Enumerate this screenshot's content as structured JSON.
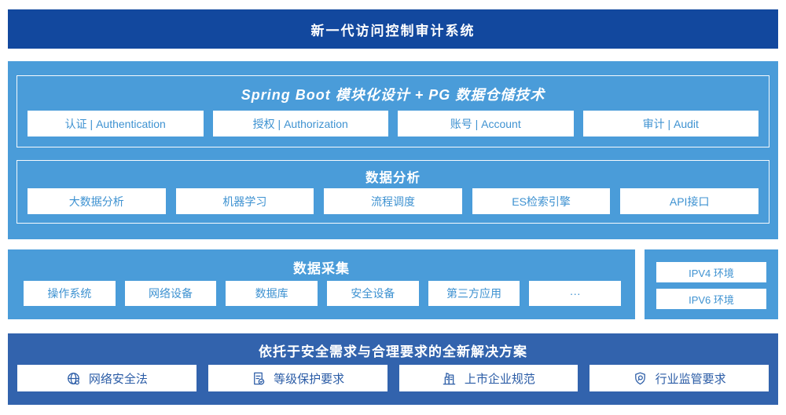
{
  "colors": {
    "dark_blue": "#12489E",
    "light_blue": "#4A9CD9",
    "medium_blue": "#3263AD",
    "box_text": "#3E92D1",
    "solution_text": "#2B5CA6"
  },
  "banner": {
    "title": "新一代访问控制审计系统"
  },
  "platform": {
    "spring": {
      "title": "Spring Boot 模块化设计 + PG 数据仓储技术",
      "items": [
        "认证 | Authentication",
        "授权 | Authorization",
        "账号 | Account",
        "审计 | Audit"
      ]
    },
    "analysis": {
      "title": "数据分析",
      "items": [
        "大数据分析",
        "机器学习",
        "流程调度",
        "ES检索引擎",
        "API接口"
      ]
    }
  },
  "collection": {
    "title": "数据采集",
    "items": [
      "操作系统",
      "网络设备",
      "数据库",
      "安全设备",
      "第三方应用",
      "···"
    ]
  },
  "environment": {
    "items": [
      "IPV4 环境",
      "IPV6 环境"
    ]
  },
  "solution": {
    "title": "依托于安全需求与合理要求的全新解决方案",
    "items": [
      {
        "icon": "globe-icon",
        "label": "网络安全法"
      },
      {
        "icon": "document-check-icon",
        "label": "等级保护要求"
      },
      {
        "icon": "building-icon",
        "label": "上市企业规范"
      },
      {
        "icon": "shield-search-icon",
        "label": "行业监管要求"
      }
    ]
  }
}
